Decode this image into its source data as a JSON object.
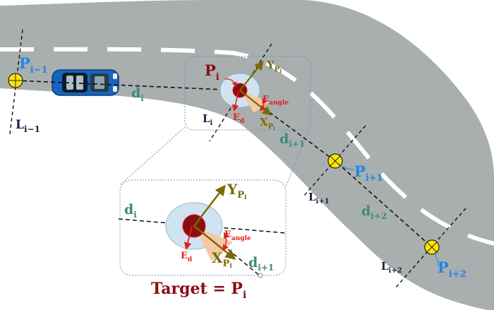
{
  "colors": {
    "road": "#a9aeae",
    "road_dash": "#ffffff",
    "car_body": "#1565c0",
    "waypoint_fill": "#ffe600",
    "target_dark": "#8b0d14",
    "target_halo": "#cfe3f1",
    "target_halo_stroke": "#8fb6d3",
    "angle_wedge": "#f4c9a8",
    "error_red": "#e0201f",
    "axis_olive": "#7a6a00",
    "distance_teal": "#3b8b76",
    "point_blue": "#1e88e5",
    "line_navy": "#1a2040",
    "title_dark_red": "#8b0d14",
    "zoom_outline": "#6f97b6"
  },
  "icons": {
    "car": "car-icon",
    "waypoint": "waypoint-marker-icon",
    "target": "target-marker-icon"
  },
  "labels": {
    "p_prev": {
      "main": "P",
      "sub": "i−1"
    },
    "p_i": {
      "main": "P",
      "sub": "i"
    },
    "p_next1": {
      "main": "P",
      "sub": "i+1"
    },
    "p_next2": {
      "main": "P",
      "sub": "i+2"
    },
    "l_prev": {
      "main": "L",
      "sub": "i−1"
    },
    "l_i": {
      "main": "L",
      "sub": "i"
    },
    "l_next1": {
      "main": "L",
      "sub": "i+1"
    },
    "l_next2": {
      "main": "L",
      "sub": "i+2"
    },
    "d_i": {
      "main": "d",
      "sub": "i"
    },
    "d_next1": {
      "main": "d",
      "sub": "i+1"
    },
    "d_next2": {
      "main": "d",
      "sub": "i+2"
    },
    "y_axis": {
      "main": "Y",
      "sub": "P",
      "subsub": "i"
    },
    "x_axis": {
      "main": "X",
      "sub": "P",
      "subsub": "i"
    },
    "e_angle": {
      "main": "E",
      "sub": "angle"
    },
    "e_d": {
      "main": "E",
      "sub": "d"
    }
  },
  "zoom_labels": {
    "d_i": {
      "main": "d",
      "sub": "i"
    },
    "d_next1": {
      "main": "d",
      "sub": "i+1"
    },
    "y_axis": {
      "main": "Y",
      "sub": "P",
      "subsub": "i"
    },
    "x_axis": {
      "main": "X",
      "sub": "P",
      "subsub": "i"
    },
    "e_angle": {
      "main": "E",
      "sub": "angle"
    },
    "e_d": {
      "main": "E",
      "sub": "d"
    }
  },
  "caption": {
    "main": "Target = P",
    "sub": "i"
  }
}
